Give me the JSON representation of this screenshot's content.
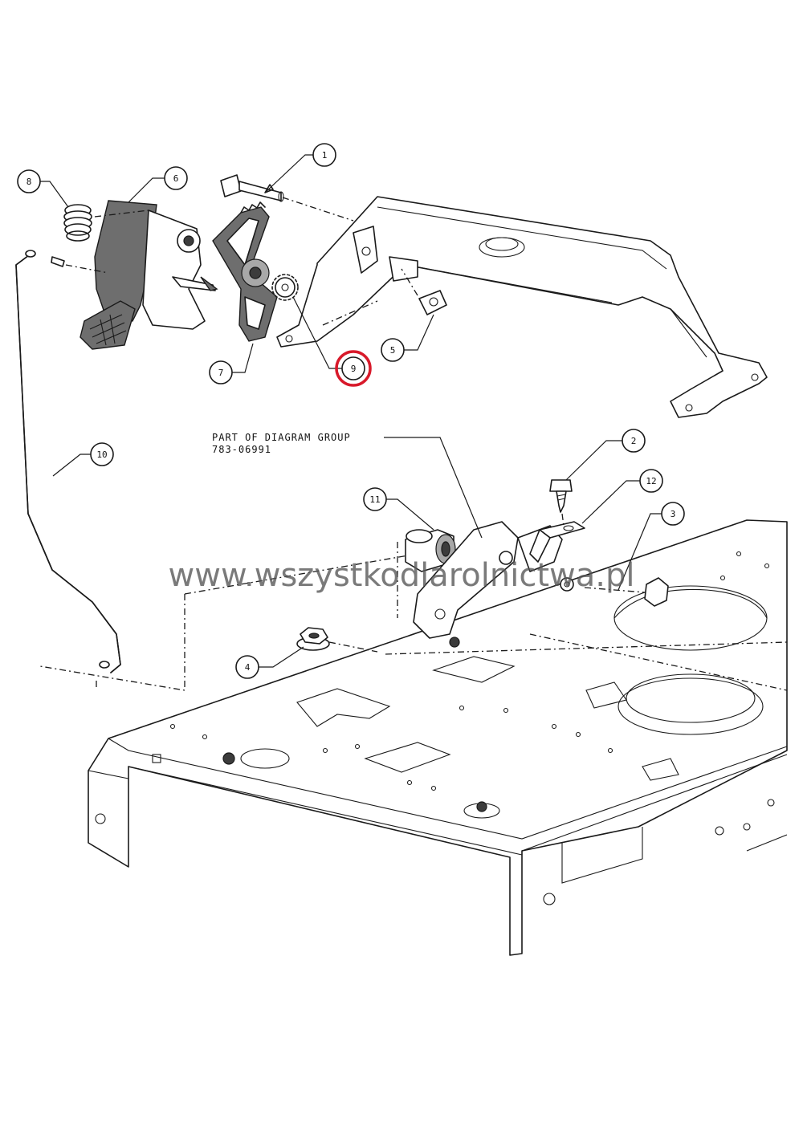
{
  "callouts": [
    {
      "id": "c1",
      "label": "1"
    },
    {
      "id": "c2",
      "label": "2"
    },
    {
      "id": "c3",
      "label": "3"
    },
    {
      "id": "c4",
      "label": "4"
    },
    {
      "id": "c5",
      "label": "5"
    },
    {
      "id": "c6",
      "label": "6"
    },
    {
      "id": "c7",
      "label": "7"
    },
    {
      "id": "c8",
      "label": "8"
    },
    {
      "id": "c9",
      "label": "9",
      "highlighted": true
    },
    {
      "id": "c10",
      "label": "10"
    },
    {
      "id": "c11",
      "label": "11"
    },
    {
      "id": "c12",
      "label": "12"
    }
  ],
  "note": {
    "line1": "PART OF DIAGRAM GROUP",
    "line2": "783-06991"
  },
  "watermark": "www.wszystkodlarolnictwa.pl",
  "colors": {
    "line": "#1a1a1a",
    "highlight": "#d8192a",
    "part_fill": "#6e6e6e",
    "watermark": "#555555"
  }
}
